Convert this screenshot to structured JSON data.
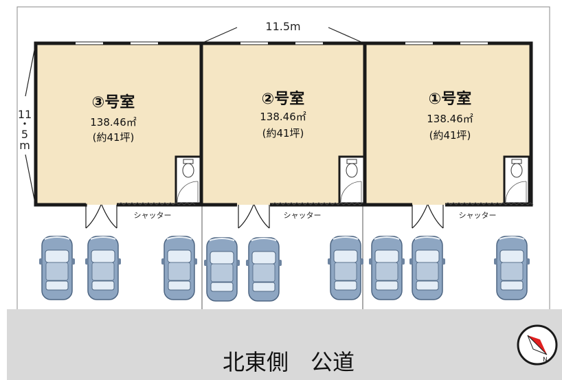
{
  "dimensions": {
    "width_label": "11.5m",
    "depth_label": [
      "11",
      "・",
      "5",
      "m"
    ]
  },
  "rooms": [
    {
      "name": "③号室",
      "area": "138.46㎡",
      "tsubo": "(約41坪)",
      "shutter": "シャッター"
    },
    {
      "name": "②号室",
      "area": "138.46㎡",
      "tsubo": "(約41坪)",
      "shutter": "シャッター"
    },
    {
      "name": "①号室",
      "area": "138.46㎡",
      "tsubo": "(約41坪)",
      "shutter": "シャッター"
    }
  ],
  "road": {
    "label": "北東側　公道"
  },
  "compass": {
    "label": "N",
    "icon": "compass-north-icon"
  },
  "colors": {
    "room_fill": "#f5e6c4",
    "wall": "#1a1a1a",
    "road": "#d9d9d9",
    "car_body": "#8ea6c2",
    "compass_red": "#e02020"
  }
}
